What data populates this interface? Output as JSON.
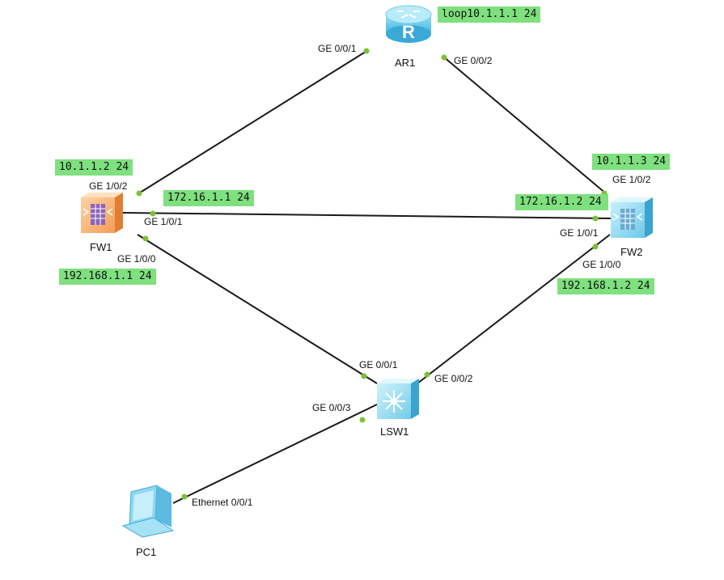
{
  "colors": {
    "link": "#1a1a1a",
    "port": "#7cc234",
    "ip_box": "#7ee07e"
  },
  "devices": {
    "ar1": {
      "label": "AR1",
      "icon": "router-icon"
    },
    "fw1": {
      "label": "FW1",
      "icon": "firewall-icon"
    },
    "fw2": {
      "label": "FW2",
      "icon": "firewall-icon"
    },
    "lsw1": {
      "label": "LSW1",
      "icon": "switch-icon"
    },
    "pc1": {
      "label": "PC1",
      "icon": "pc-icon"
    }
  },
  "ports": {
    "ar1_ge001": "GE 0/0/1",
    "ar1_ge002": "GE 0/0/2",
    "fw1_ge102": "GE 1/0/2",
    "fw1_ge101": "GE 1/0/1",
    "fw1_ge100": "GE 1/0/0",
    "fw2_ge102": "GE 1/0/2",
    "fw2_ge101": "GE 1/0/1",
    "fw2_ge100": "GE 1/0/0",
    "lsw1_ge001": "GE 0/0/1",
    "lsw1_ge002": "GE 0/0/2",
    "lsw1_ge003": "GE 0/0/3",
    "pc1_eth001": "Ethernet 0/0/1"
  },
  "ip_labels": {
    "ar1_loop": "loop10.1.1.1 24",
    "fw1_ge102": "10.1.1.2 24",
    "fw1_ge101": "172.16.1.1 24",
    "fw1_ge100": "192.168.1.1 24",
    "fw2_ge102": "10.1.1.3 24",
    "fw2_ge101": "172.16.1.2 24",
    "fw2_ge100": "192.168.1.2 24"
  }
}
